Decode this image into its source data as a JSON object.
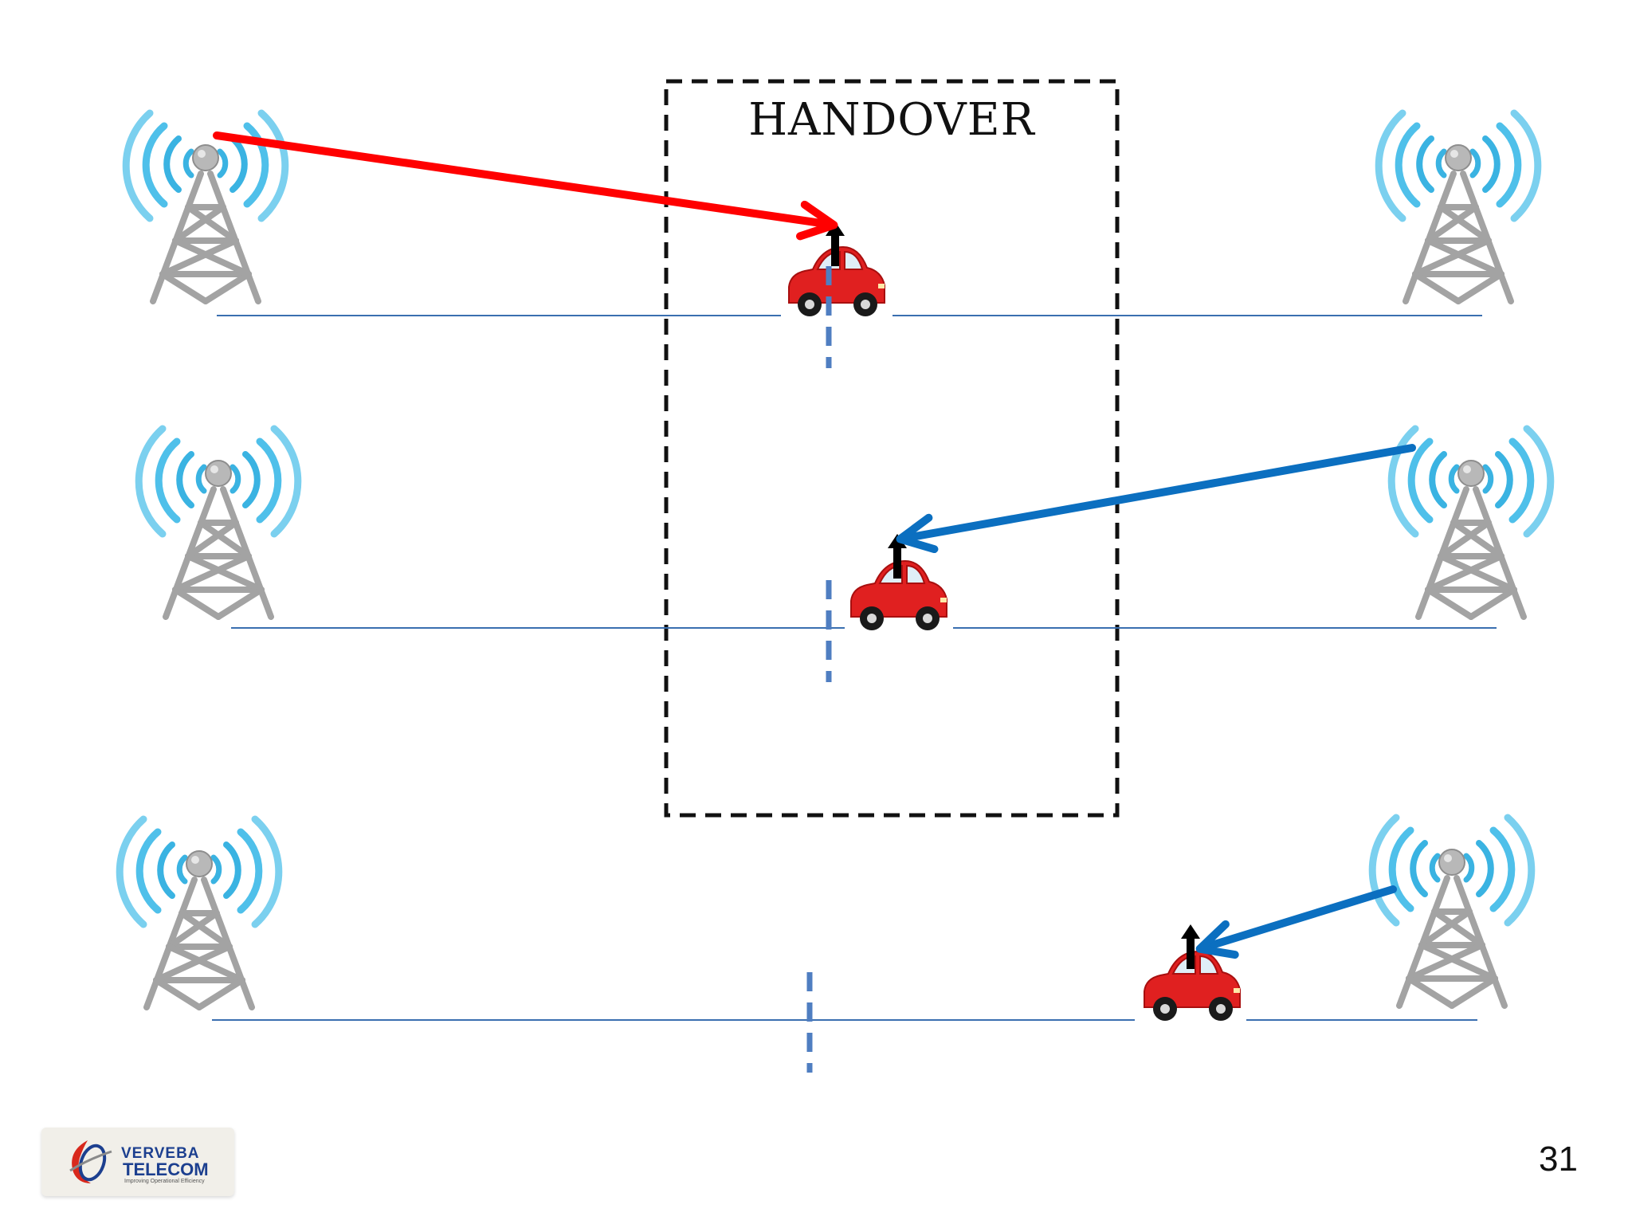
{
  "handover_label": "HANDOVER",
  "page_number": "31",
  "logo": {
    "brand": "VERVEBA",
    "name": "TELECOM",
    "tagline": "Improving Operational Efficiency"
  },
  "colors": {
    "signal_red": "#ff0000",
    "signal_blue": "#0b6fc0",
    "road_line": "#3a6fb0",
    "boundary_dash": "#4f7ec1",
    "tower_gray": "#a3a3a3",
    "wave_cyan": "#3ab3e2",
    "car_red": "#e02020",
    "antenna_black": "#000000"
  },
  "icons": [
    "cell-tower-icon",
    "car-icon",
    "antenna-arrow-icon",
    "logo-emblem-icon"
  ]
}
